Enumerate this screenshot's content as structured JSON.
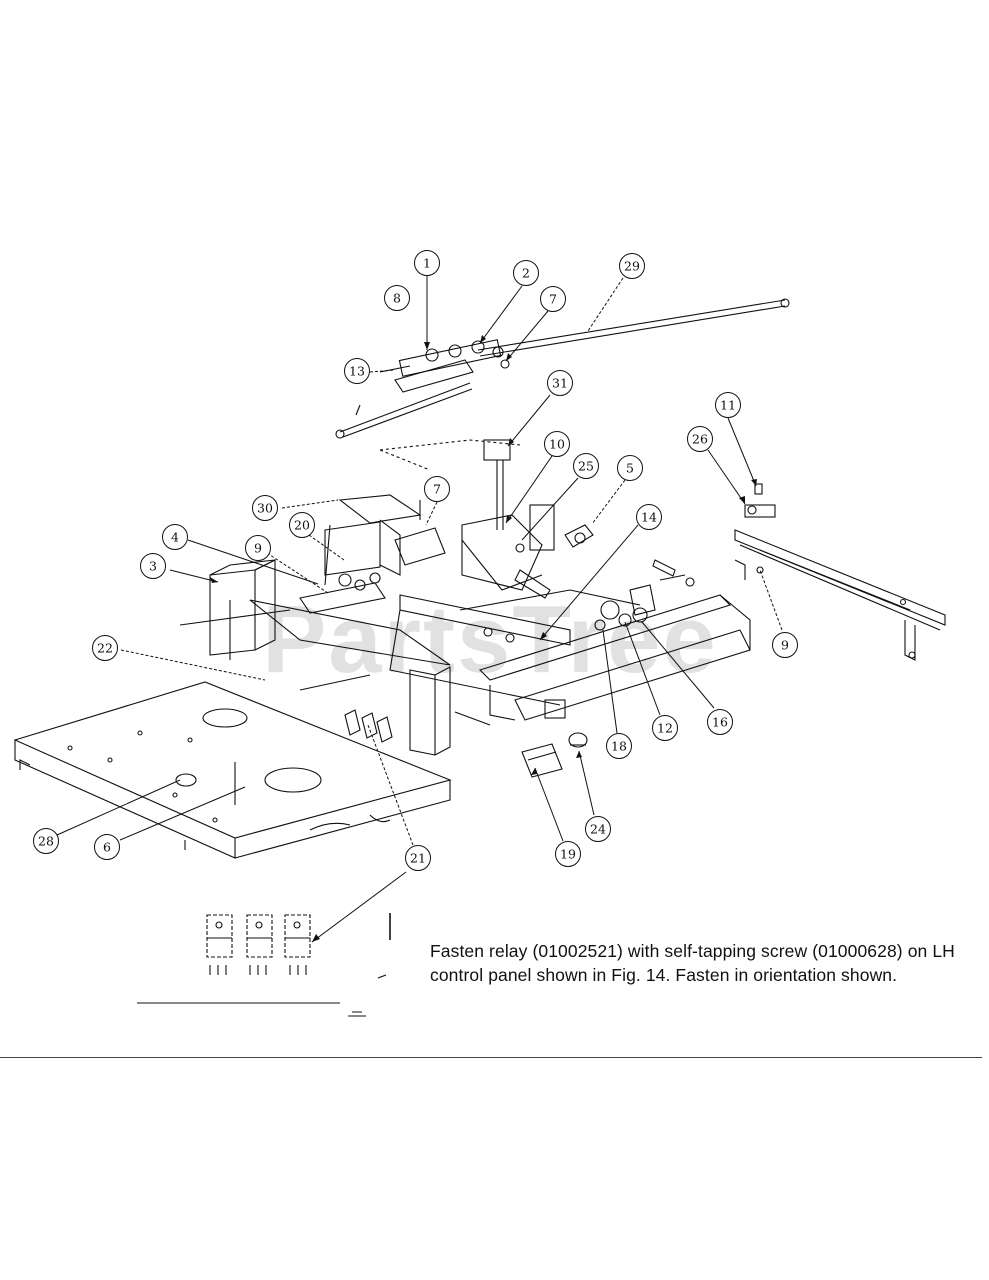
{
  "watermark": "PartsTree",
  "note": {
    "text": "Fasten relay (01002521) with self-tapping screw (01000628) on LH control panel shown in Fig. 14. Fasten in orientation shown."
  },
  "callouts": [
    {
      "id": "c1",
      "label": "1"
    },
    {
      "id": "c2",
      "label": "2"
    },
    {
      "id": "c29",
      "label": "29"
    },
    {
      "id": "c8",
      "label": "8"
    },
    {
      "id": "c7a",
      "label": "7"
    },
    {
      "id": "c13",
      "label": "13"
    },
    {
      "id": "c31",
      "label": "31"
    },
    {
      "id": "c10",
      "label": "10"
    },
    {
      "id": "c25",
      "label": "25"
    },
    {
      "id": "c5",
      "label": "5"
    },
    {
      "id": "c11",
      "label": "11"
    },
    {
      "id": "c26",
      "label": "26"
    },
    {
      "id": "c7b",
      "label": "7"
    },
    {
      "id": "c30",
      "label": "30"
    },
    {
      "id": "c20",
      "label": "20"
    },
    {
      "id": "c14",
      "label": "14"
    },
    {
      "id": "c4",
      "label": "4"
    },
    {
      "id": "c9a",
      "label": "9"
    },
    {
      "id": "c3",
      "label": "3"
    },
    {
      "id": "c9b",
      "label": "9"
    },
    {
      "id": "c22",
      "label": "22"
    },
    {
      "id": "c12",
      "label": "12"
    },
    {
      "id": "c16",
      "label": "16"
    },
    {
      "id": "c18",
      "label": "18"
    },
    {
      "id": "c24",
      "label": "24"
    },
    {
      "id": "c28",
      "label": "28"
    },
    {
      "id": "c6",
      "label": "6"
    },
    {
      "id": "c19",
      "label": "19"
    },
    {
      "id": "c21",
      "label": "21"
    }
  ]
}
